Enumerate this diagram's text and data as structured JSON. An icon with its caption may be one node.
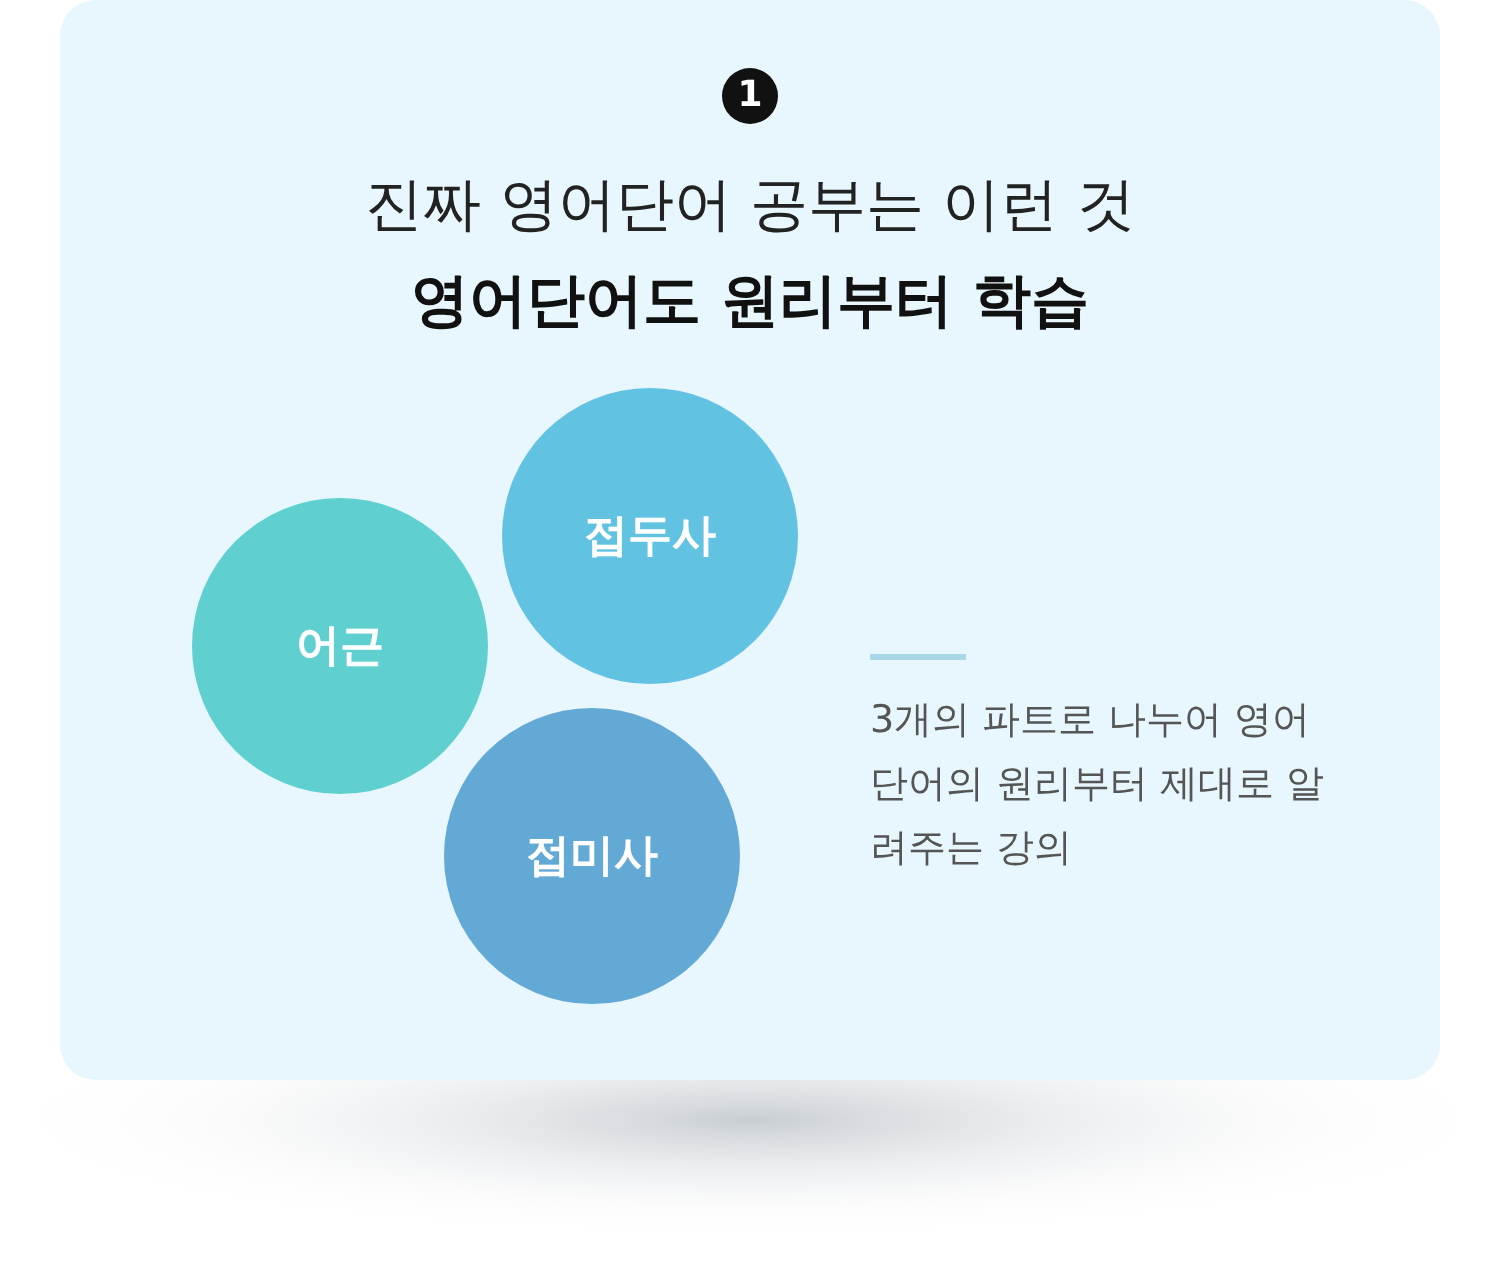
{
  "diagram": {
    "title": "진짜 영어단어 공부는 이런 것",
    "nodes": [
      {
        "text": [
          "접두사"
        ]
      },
      {
        "text": [
          "어근"
        ]
      },
      {
        "text": [
          "접미사"
        ]
      }
    ],
    "labels": [
      "1",
      "영어단어도 원리부터 학습",
      "3개의 파트로 나누어 영어단어의 원리부터 제대로 알려주는 강의"
    ]
  }
}
